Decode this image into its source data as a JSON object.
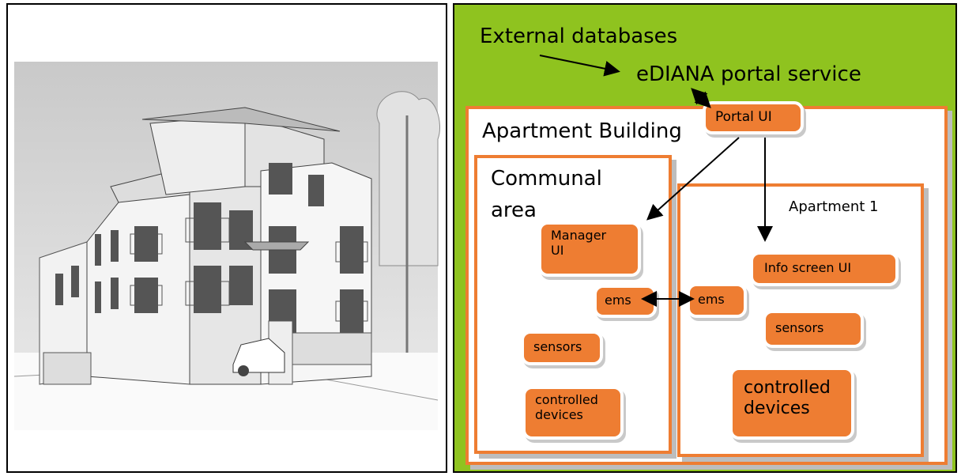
{
  "diagram": {
    "external_databases": "External databases",
    "portal_service": "eDIANA portal service",
    "apartment_building": "Apartment Building",
    "portal_ui": "Portal UI",
    "communal_area": {
      "title_line1": "Communal",
      "title_line2": "area",
      "manager_ui_line1": "Manager",
      "manager_ui_line2": "UI",
      "ems": "ems",
      "sensors": "sensors",
      "controlled_line1": "controlled",
      "controlled_line2": "devices"
    },
    "apartment": {
      "title": "Apartment 1",
      "info_screen_ui": "Info screen UI",
      "ems": "ems",
      "sensors": "sensors",
      "controlled_line1": "controlled",
      "controlled_line2": "devices"
    }
  },
  "colors": {
    "background": "#8fc31f",
    "box_fill": "#ee7d32",
    "frame_border": "#ee7d32"
  }
}
